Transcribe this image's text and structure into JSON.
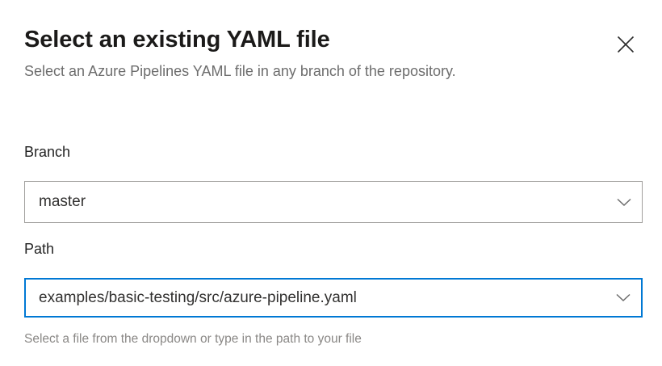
{
  "dialog": {
    "title": "Select an existing YAML file",
    "subtitle": "Select an Azure Pipelines YAML file in any branch of the repository.",
    "close_label": "Close",
    "close_icon": "close-icon"
  },
  "fields": {
    "branch": {
      "label": "Branch",
      "value": "master",
      "placeholder": "",
      "caret_icon": "chevron-down-icon",
      "focused": false
    },
    "path": {
      "label": "Path",
      "value": "examples/basic-testing/src/azure-pipeline.yaml",
      "placeholder": "",
      "caret_icon": "chevron-down-icon",
      "focused": true,
      "hint": "Select a file from the dropdown or type in the path to your file"
    }
  },
  "colors": {
    "accent": "#0078d4",
    "border": "#a19f9d",
    "title_text": "#1b1a19",
    "subtitle_text": "#6d6d6d",
    "value_text": "#323130",
    "hint_text": "#8a8886",
    "background": "#ffffff"
  }
}
